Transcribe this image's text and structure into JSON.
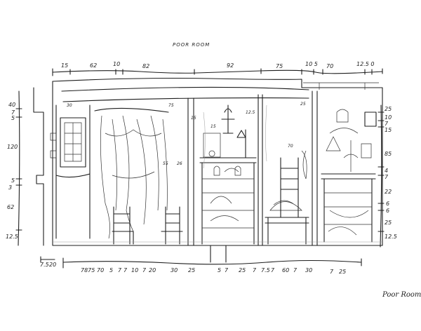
{
  "title": "POOR ROOM",
  "signature": "Poor Room",
  "dimensions": {
    "top": [
      "15",
      "62",
      "10",
      "82",
      "92",
      "75",
      "10 5",
      "70",
      "12.5 0"
    ],
    "bottom": [
      "7.5",
      "20",
      "7875",
      "70",
      "5",
      "7",
      "7",
      "10",
      "7",
      "20",
      "30",
      "25",
      "5",
      "7",
      "25",
      "7",
      "7.5",
      "7",
      "60",
      "7",
      "30",
      "7",
      "25"
    ],
    "left": [
      "40",
      "7",
      "5",
      "120",
      "5",
      "3",
      "62",
      "12.5"
    ],
    "right": [
      "25",
      "10",
      "7",
      "15",
      "85",
      "4",
      "7",
      "22",
      "6",
      "6",
      "25",
      "12.5"
    ],
    "interior": [
      "15",
      "30",
      "75",
      "55",
      "12.5",
      "25",
      "15",
      "70",
      "26"
    ]
  }
}
